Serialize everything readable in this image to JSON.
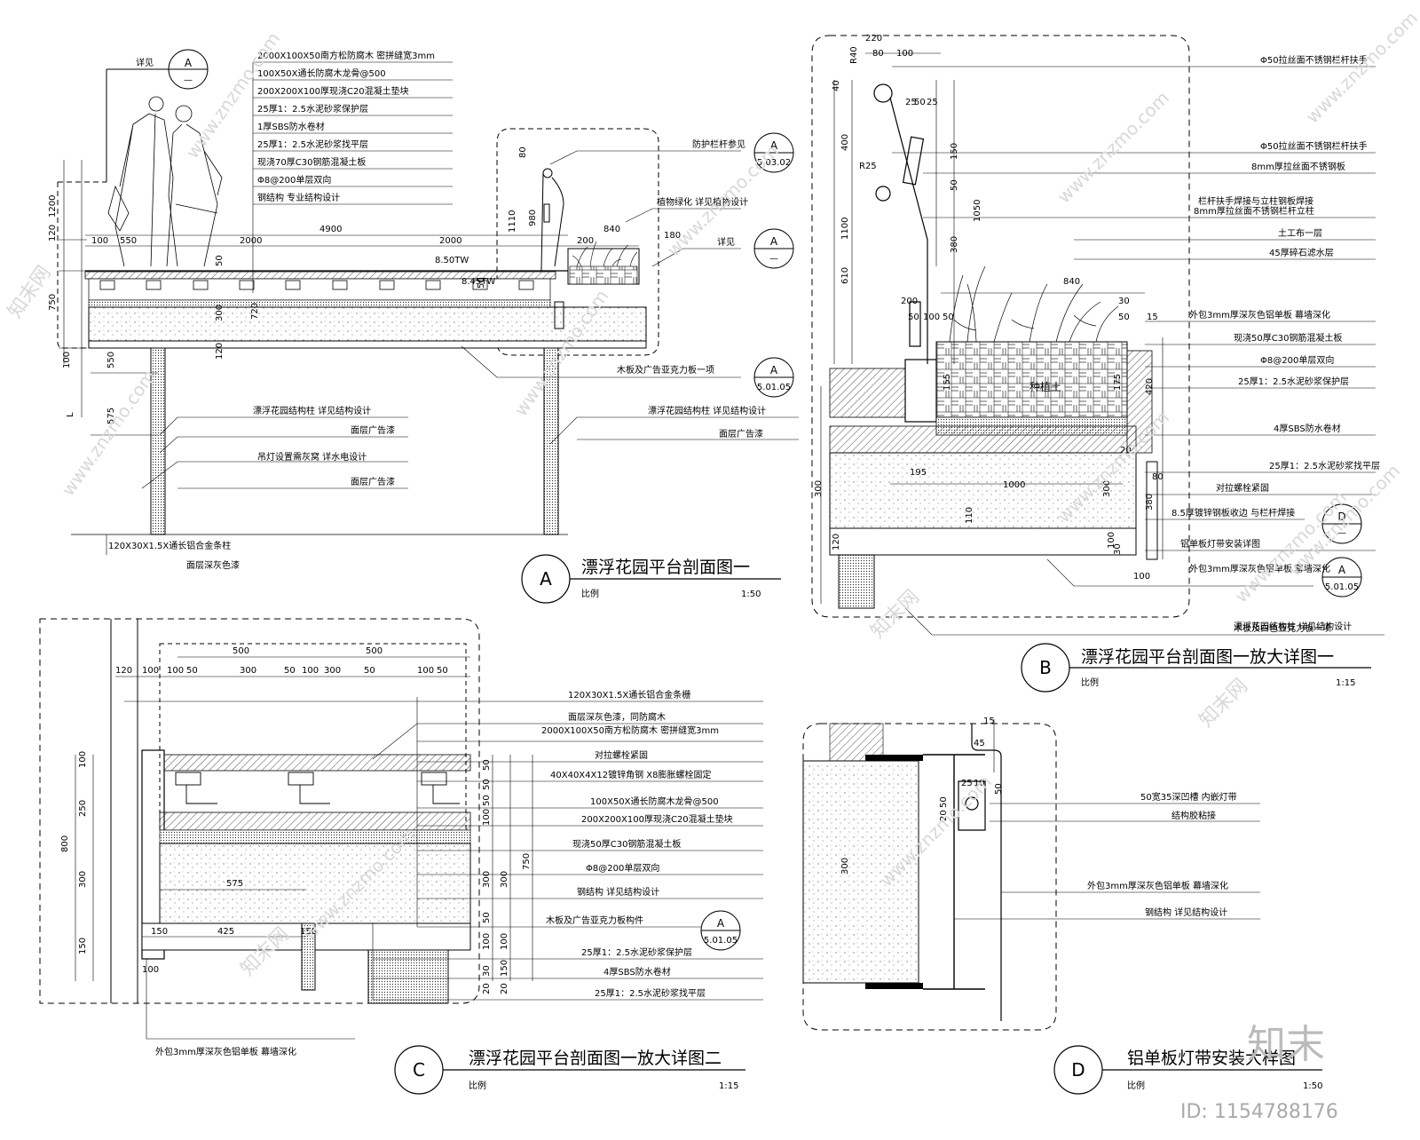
{
  "watermark": {
    "site_text": "www.znzmo.com",
    "brand_cn": "知末",
    "brand_side": "知末网",
    "id_label": "ID: 1154788176"
  },
  "sections": {
    "A": {
      "marker": "A",
      "title": "漂浮花园平台剖面图一",
      "scale_label": "比例",
      "scale": "1:50",
      "detail_ref": "详见",
      "elevation": "8.50TW",
      "elevation2": "8.45TW",
      "labels": [
        "2000X100X50南方松防腐木 密拼缝宽3mm",
        "100X50X通长防腐木龙骨@500",
        "200X200X100厚现浇C20混凝土垫块",
        "25厚1：2.5水泥砂浆保护层",
        "1厚SBS防水卷材",
        "25厚1：2.5水泥砂浆找平层",
        "现浇70厚C30钢筋混凝土板",
        "Φ8@200单层双向",
        "钢结构 专业结构设计"
      ],
      "right_labels": [
        "防护栏杆参见",
        "植物绿化 详见植物设计",
        "详见",
        "木板及广告亚克力板一项",
        "漂浮花园结构柱 详见结构设计",
        "面层广告漆",
        "漂浮花园结构柱 详见结构设计",
        "面层广告漆",
        "吊灯设置需灰窝 详水电设计",
        "面层广告漆"
      ],
      "bottom_labels": [
        "120X30X1.5X通长铝合金条柱",
        "面层深灰色漆"
      ],
      "refs": [
        {
          "top": "A",
          "bottom": "—"
        },
        {
          "top": "A",
          "bottom": "5.03.02"
        },
        {
          "top": "A",
          "bottom": "—"
        },
        {
          "top": "A",
          "bottom": "5.01.05"
        }
      ],
      "dims_h": [
        "100",
        "550",
        "2000",
        "4900",
        "2000",
        "200",
        "840",
        "180"
      ],
      "dims_v": [
        "1200",
        "120",
        "750",
        "100",
        "550",
        "575",
        "L",
        "80",
        "1110",
        "980",
        "50",
        "300",
        "720",
        "120",
        "50"
      ]
    },
    "B": {
      "marker": "B",
      "title": "漂浮花园平台剖面图一放大详图一",
      "scale_label": "比例",
      "scale": "1:15",
      "center_label": "种植土",
      "labels": [
        "Φ50拉丝面不锈钢栏杆扶手",
        "Φ50拉丝面不锈钢栏杆扶手",
        "8mm厚拉丝面不锈钢板",
        "栏杆扶手焊接与立柱钢板焊接",
        "8mm厚拉丝面不锈钢栏杆立柱",
        "土工布一层",
        "45厚碎石滤水层",
        "外包3mm厚深灰色铝单板 幕墙深化",
        "现浇50厚C30钢筋混凝土板",
        "Φ8@200单层双向",
        "25厚1：2.5水泥砂浆保护层",
        "4厚SBS防水卷材",
        "25厚1：2.5水泥砂浆找平层",
        "对拉螺栓紧固",
        "8.5厚镀锌钢板收边 与栏杆焊接",
        "铝单板灯带安装详图",
        "外包3mm厚深灰色铝单板 幕墙深化",
        "木板及白色亚克力板一项",
        "漂浮花园结构柱 详见结构设计"
      ],
      "refs": [
        {
          "top": "D",
          "bottom": "—"
        },
        {
          "top": "A",
          "bottom": "5.01.05"
        }
      ],
      "dims": [
        "220",
        "40",
        "80",
        "100",
        "R40",
        "R25",
        "25",
        "50",
        "25",
        "400",
        "1100",
        "610",
        "150",
        "50",
        "380",
        "1050",
        "840",
        "200",
        "30",
        "50",
        "100",
        "50",
        "50",
        "15",
        "195",
        "1000",
        "300",
        "110",
        "100",
        "120",
        "420",
        "175",
        "155",
        "80",
        "380",
        "100",
        "20",
        "30",
        "300"
      ]
    },
    "C": {
      "marker": "C",
      "title": "漂浮花园平台剖面图一放大详图二",
      "scale_label": "比例",
      "scale": "1:15",
      "labels": [
        "120X30X1.5X通长铝合金条栅",
        "面层深灰色漆，同防腐木",
        "2000X100X50南方松防腐木 密拼缝宽3mm",
        "对拉螺栓紧固",
        "40X40X4X12镀锌角钢 X8膨胀螺栓固定",
        "100X50X通长防腐木龙骨@500",
        "200X200X100厚现浇C20混凝土垫块",
        "现浇50厚C30钢筋混凝土板",
        "Φ8@200单层双向",
        "钢结构 详见结构设计",
        "木板及广告亚克力板构件",
        "25厚1：2.5水泥砂浆保护层",
        "4厚SBS防水卷材",
        "25厚1：2.5水泥砂浆找平层"
      ],
      "bottom_label": "外包3mm厚深灰色铝单板 幕墙深化",
      "refs": [
        {
          "top": "A",
          "bottom": "5.01.05"
        }
      ],
      "dims_top": [
        "500",
        "500",
        "120",
        "100",
        "100",
        "50",
        "300",
        "50",
        "100",
        "300",
        "50",
        "100",
        "50"
      ],
      "dims_left": [
        "100",
        "250",
        "800",
        "300",
        "150"
      ],
      "dims_mid": [
        "575",
        "150",
        "425",
        "150",
        "100"
      ],
      "dims_right": [
        "50",
        "50",
        "50",
        "100",
        "300",
        "300",
        "50",
        "30",
        "20",
        "100",
        "750",
        "100",
        "150",
        "20"
      ]
    },
    "D": {
      "marker": "D",
      "title": "铝单板灯带安装大样图",
      "scale_label": "比例",
      "scale": "1:50",
      "labels": [
        "50宽35深凹槽 内嵌灯带",
        "结构胶粘接",
        "外包3mm厚深灰色铝单板 幕墙深化",
        "钢结构 详见结构设计"
      ],
      "dims": [
        "15",
        "45",
        "25",
        "10",
        "50",
        "20",
        "50",
        "300"
      ]
    }
  }
}
